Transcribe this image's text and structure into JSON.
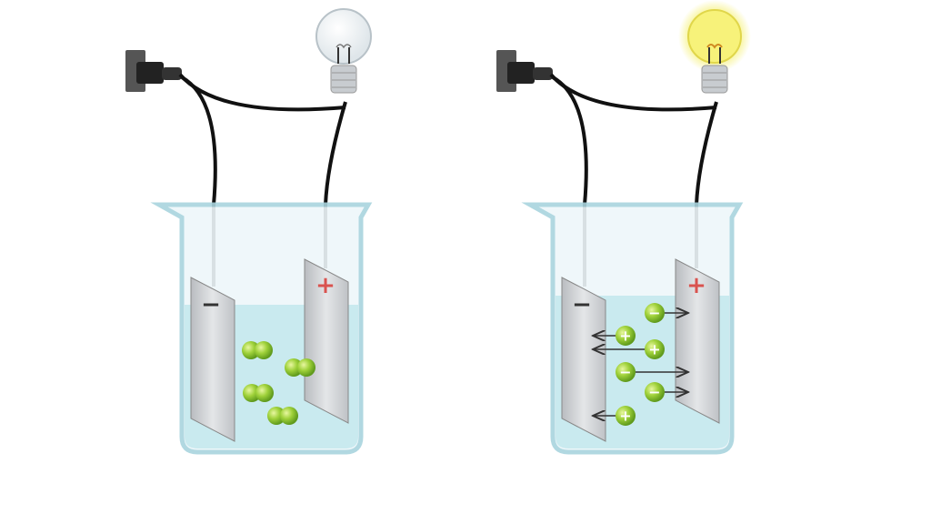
{
  "left_setup": {
    "cathode_sign": "−",
    "anode_sign": "+",
    "bulb_state": "off",
    "molecules": [
      "neutral",
      "neutral",
      "neutral",
      "neutral"
    ]
  },
  "right_setup": {
    "cathode_sign": "−",
    "anode_sign": "+",
    "bulb_state": "lit",
    "ions": [
      {
        "charge": "−",
        "direction": "to-anode"
      },
      {
        "charge": "+",
        "direction": "to-cathode"
      },
      {
        "charge": "+",
        "direction": "to-cathode"
      },
      {
        "charge": "−",
        "direction": "to-anode"
      },
      {
        "charge": "−",
        "direction": "to-anode"
      },
      {
        "charge": "+",
        "direction": "to-cathode"
      }
    ]
  },
  "colors": {
    "solution": "#bfe6ec",
    "ion": "#8cc63f",
    "glow": "#f3f06a",
    "plate": "#c9ccd0",
    "anode_sign": "#d9534f",
    "cathode_sign": "#333333"
  }
}
